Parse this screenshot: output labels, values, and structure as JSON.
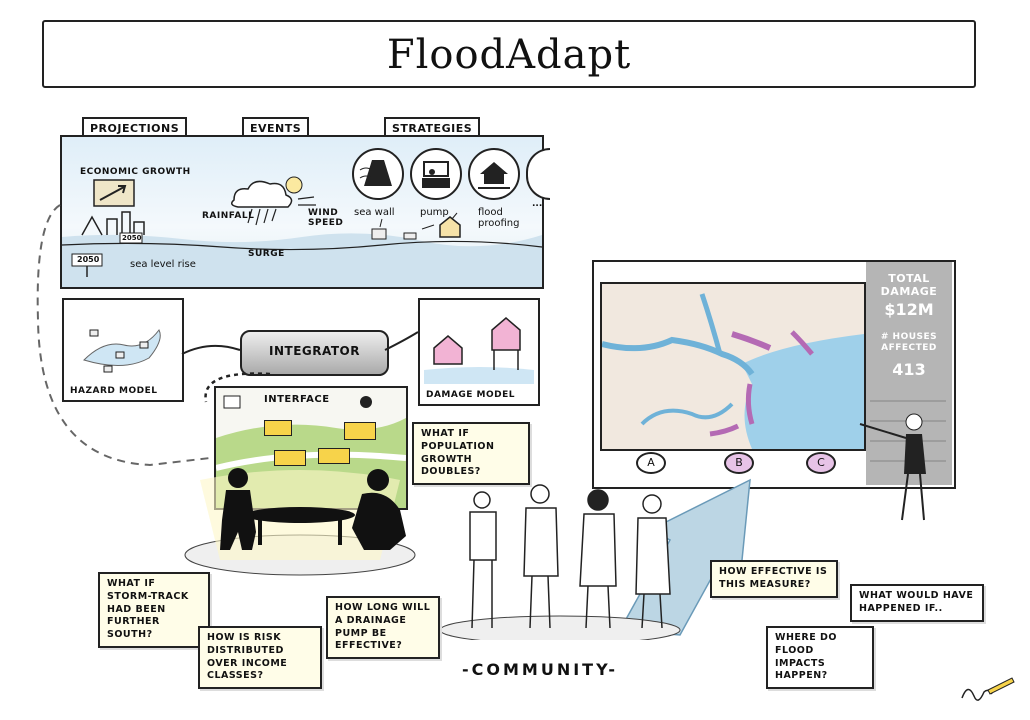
{
  "title": "FloodAdapt",
  "tabs": {
    "projections": "PROJECTIONS",
    "events": "EVENTS",
    "strategies": "STRATEGIES"
  },
  "scene": {
    "economic_growth": "ECONOMIC GROWTH",
    "rainfall": "RAINFALL",
    "wind_speed": "WIND SPEED",
    "surge": "SURGE",
    "sea_level_rise": "sea level rise",
    "year_2050_a": "2050",
    "year_2050_b": "2050",
    "more": "..."
  },
  "strategies": {
    "sea_wall": "sea wall",
    "pump": "pump",
    "flood_proofing": "flood proofing"
  },
  "models": {
    "hazard": "HAZARD MODEL",
    "integrator": "INTEGRATOR",
    "damage": "DAMAGE MODEL",
    "interface": "INTERFACE"
  },
  "dashboard": {
    "total_damage_label": "TOTAL DAMAGE",
    "total_damage_value": "$12M",
    "houses_label": "# HOUSES AFFECTED",
    "houses_value": "413",
    "options": [
      "A",
      "B",
      "C"
    ]
  },
  "questions": {
    "population": "WHAT IF POPULATION GROWTH DOUBLES?",
    "stormtrack": "WHAT IF STORM-TRACK HAD BEEN FURTHER SOUTH?",
    "risk": "HOW IS RISK DISTRIBUTED OVER INCOME CLASSES?",
    "pump": "HOW LONG WILL A DRAINAGE PUMP BE EFFECTIVE?",
    "effective": "HOW EFFECTIVE IS THIS MEASURE?",
    "would_have": "WHAT WOULD HAVE HAPPENED IF..",
    "where": "WHERE DO FLOOD IMPACTS HAPPEN?"
  },
  "community": "-COMMUNITY-",
  "colors": {
    "water": "#cfe6f4",
    "map_water": "#9fd0ea",
    "land": "#f1e8df",
    "highlight": "#b46ab4",
    "bubble": "#fffde8",
    "panel": "#b5b5b5"
  }
}
